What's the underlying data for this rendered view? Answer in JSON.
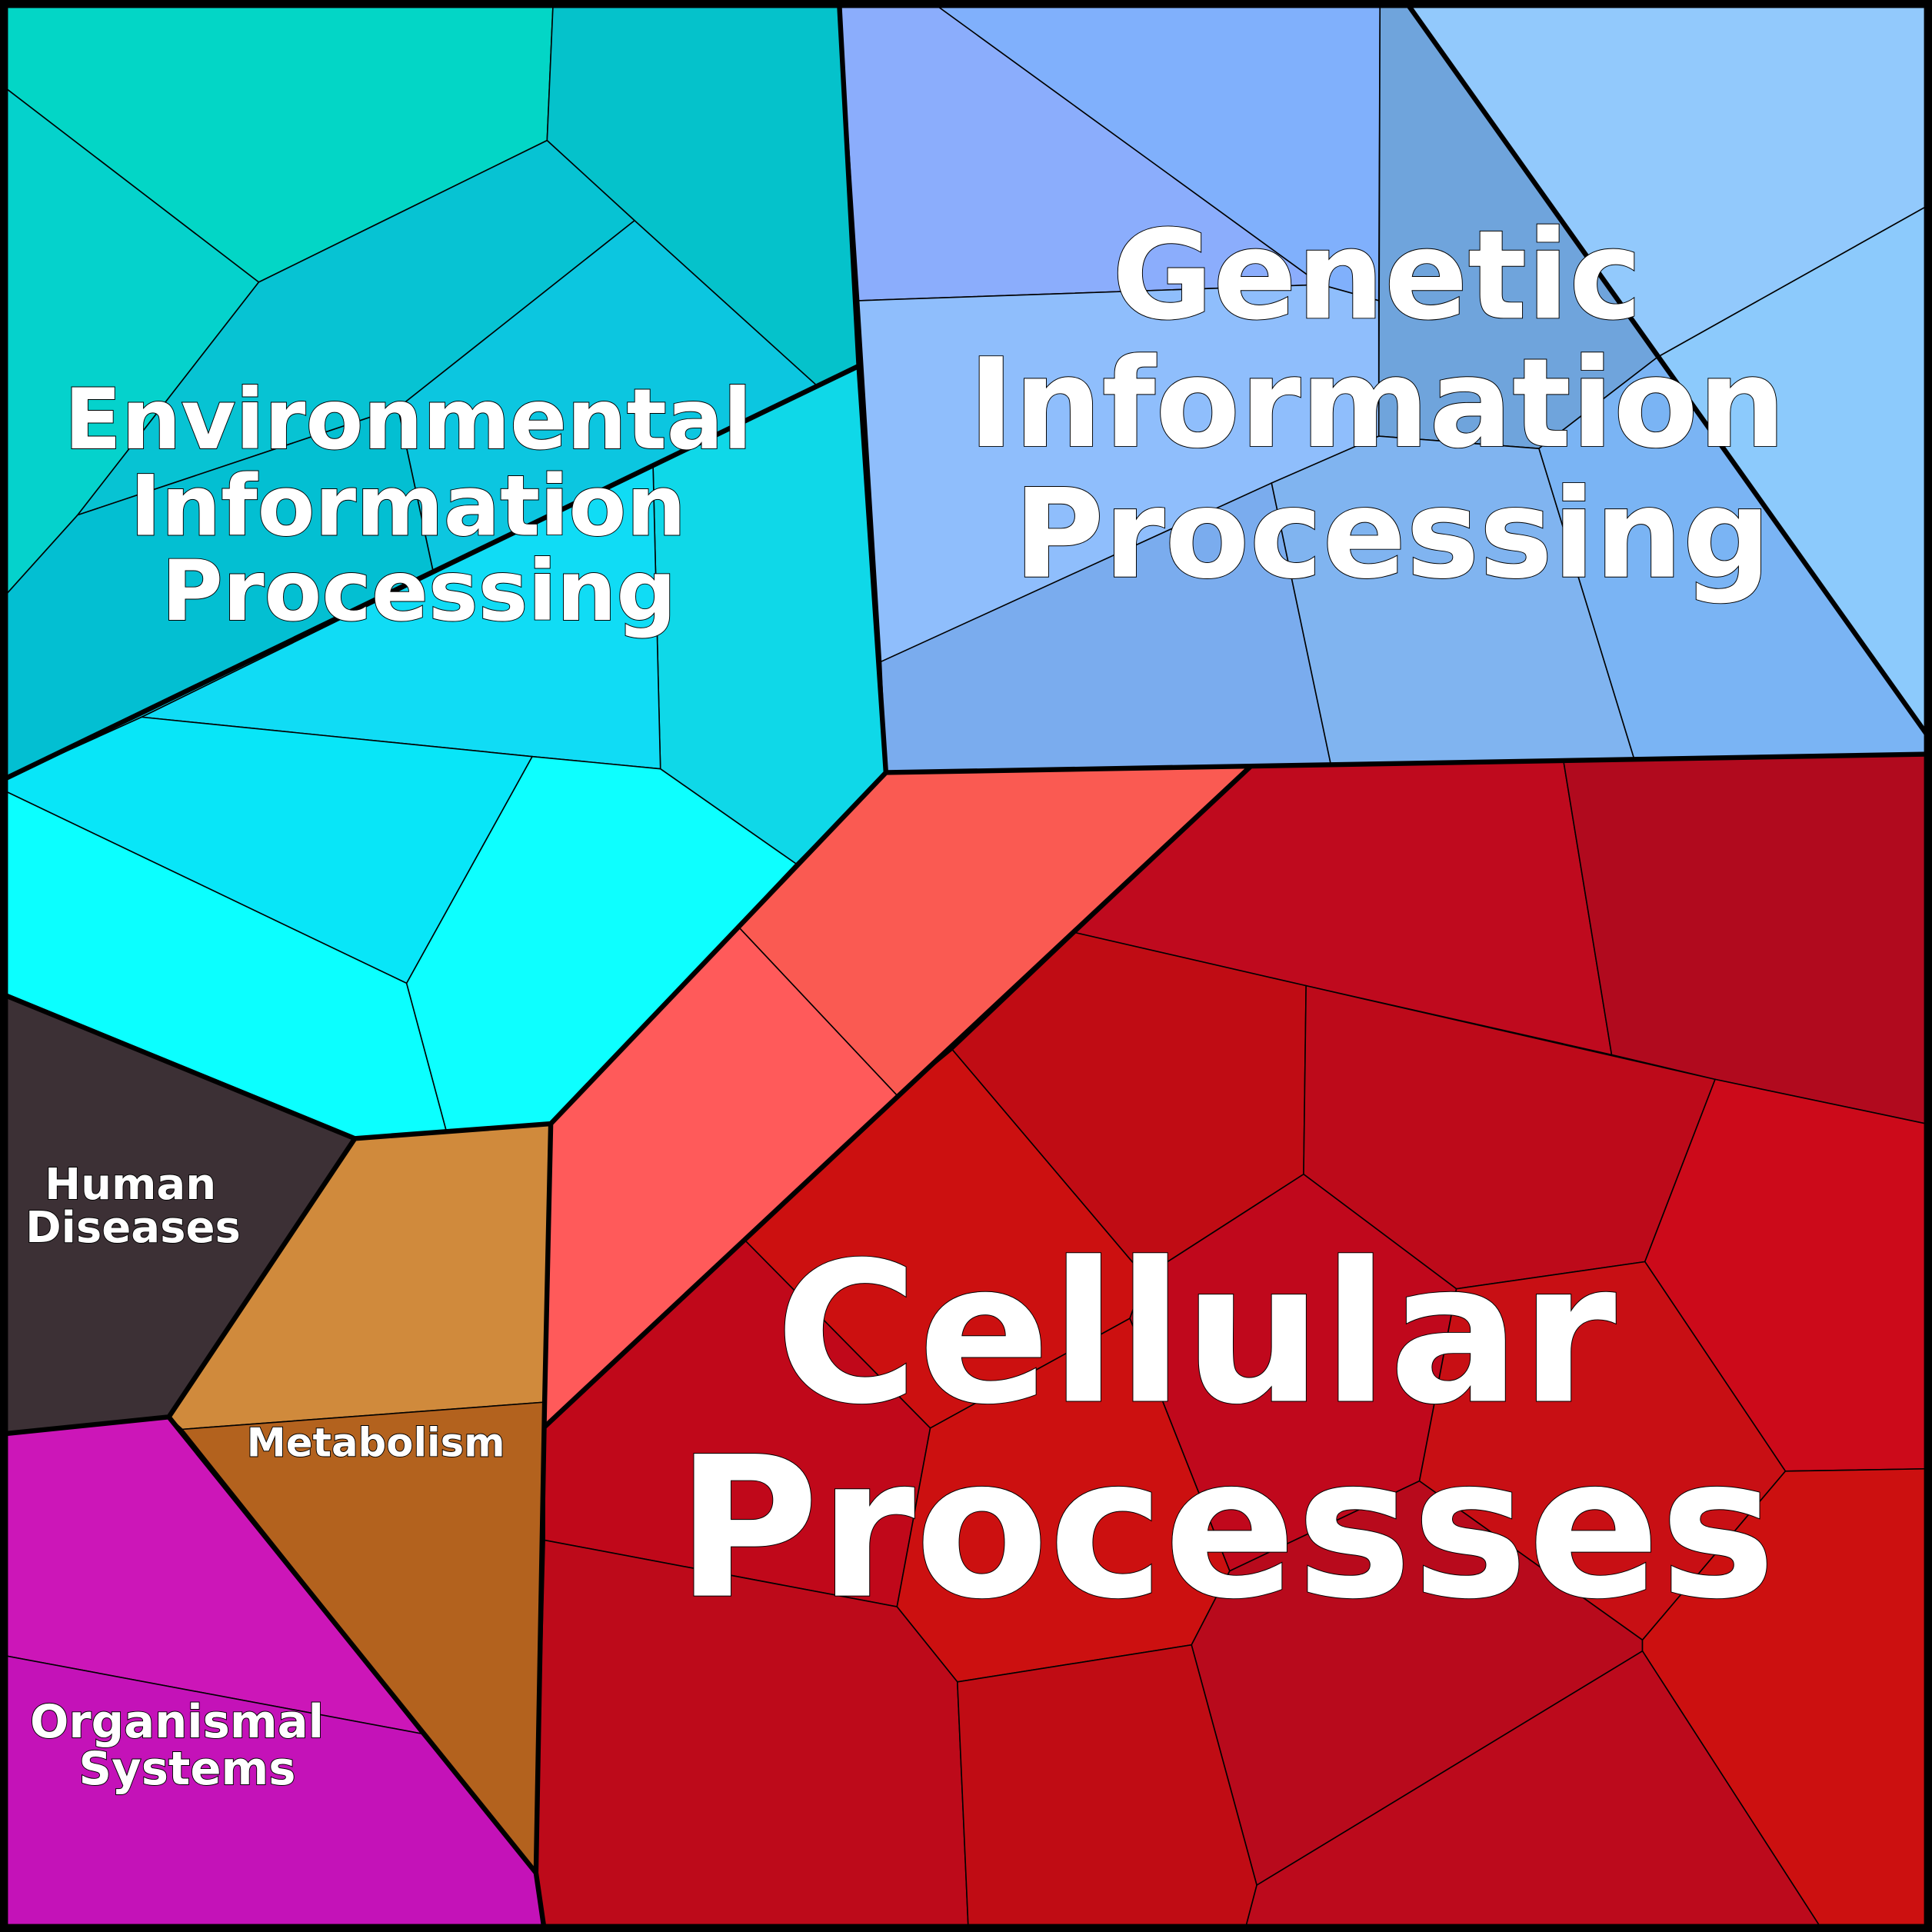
{
  "title": "Voronoi treemap of KEGG pathway categories",
  "categories": [
    {
      "id": "genetic",
      "lines": [
        "Genetic",
        "Information",
        "Processing"
      ],
      "color": "#80b4f0"
    },
    {
      "id": "environmental",
      "lines": [
        "Environmental",
        "Information",
        "Processing"
      ],
      "color": "#08d6e6"
    },
    {
      "id": "cellular",
      "lines": [
        "Cellular",
        "Processes"
      ],
      "color": "#c00c18"
    },
    {
      "id": "human_diseases",
      "lines": [
        "Human",
        "Diseases"
      ],
      "color": "#3c3035"
    },
    {
      "id": "metabolism",
      "lines": [
        "Metabolism"
      ],
      "color": "#c07a30"
    },
    {
      "id": "organismal",
      "lines": [
        "Organismal",
        "Systems"
      ],
      "color": "#c814b8"
    }
  ]
}
